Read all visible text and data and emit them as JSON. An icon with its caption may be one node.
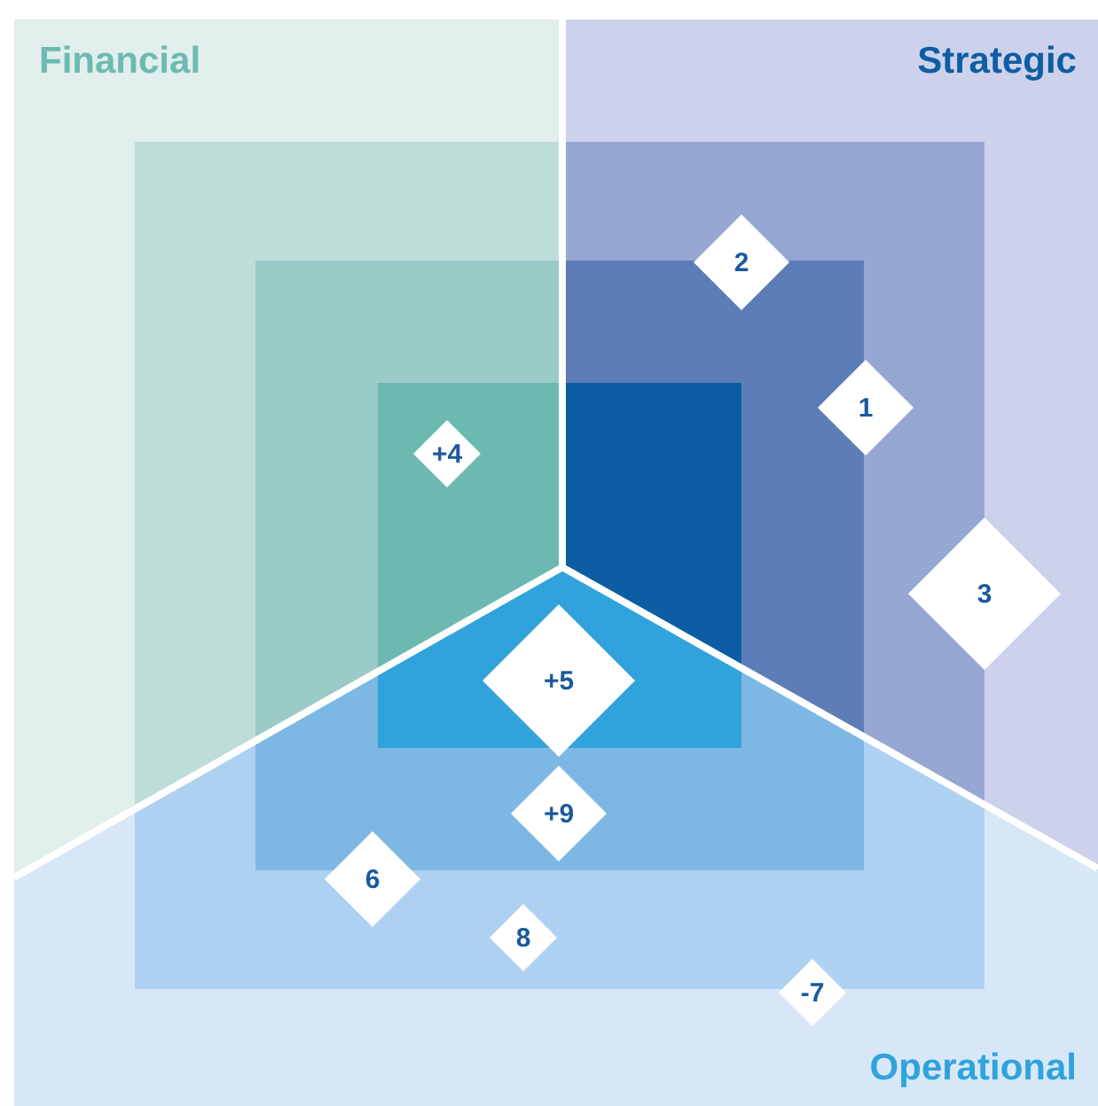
{
  "diagram": {
    "nodes": [
      {
        "text": [
          "2"
        ]
      },
      {
        "text": [
          "1"
        ]
      },
      {
        "text": [
          "+4"
        ]
      },
      {
        "text": [
          "3"
        ]
      },
      {
        "text": [
          "+5"
        ]
      },
      {
        "text": [
          "+9"
        ]
      },
      {
        "text": [
          "6"
        ]
      },
      {
        "text": [
          "8"
        ]
      },
      {
        "text": [
          "-7"
        ]
      }
    ],
    "labels": [
      "Financial",
      "Strategic",
      "Operational"
    ]
  }
}
